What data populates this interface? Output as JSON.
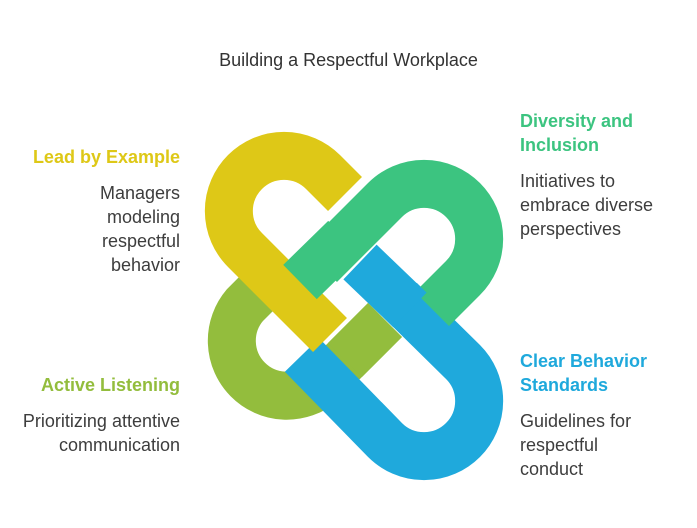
{
  "title": "Building a Respectful Workplace",
  "colors": {
    "yellow": "#DEC817",
    "green": "#3CC480",
    "blue": "#1FA9DC",
    "olive": "#93BD3D"
  },
  "items": [
    {
      "heading": "Lead by Example",
      "desc": "Managers modeling respectful behavior",
      "color": "#DEC817"
    },
    {
      "heading": "Diversity and Inclusion",
      "desc": "Initiatives to embrace diverse perspectives",
      "color": "#3CC480"
    },
    {
      "heading": "Active Listening",
      "desc": "Prioritizing attentive communication",
      "color": "#93BD3D"
    },
    {
      "heading": "Clear Behavior Standards",
      "desc": "Guidelines for respectful conduct",
      "color": "#1FA9DC"
    }
  ]
}
